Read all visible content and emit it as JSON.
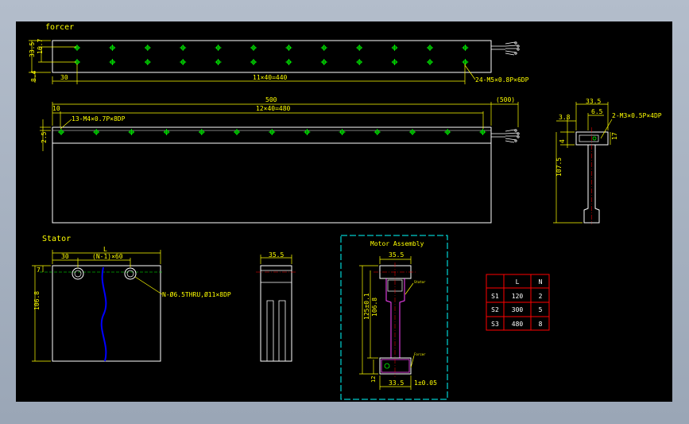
{
  "forcer": {
    "title": "forcer",
    "dim_height": "33.5",
    "dim_pitch_v": "16.7",
    "dim_offset": "8.4",
    "dim_left": "30",
    "dim_holes": "11×40=440",
    "callout": "24-M5×0.8P×6DP"
  },
  "side": {
    "dim_total": "500",
    "dim_total_ref": "(500)",
    "dim_left": "10",
    "dim_holes": "12×40=480",
    "callout": "13-M4×0.7P×8DP",
    "dim_lip": "2.5"
  },
  "end_view": {
    "dim_width": "33.5",
    "dim_inner": "6.5",
    "dim_left": "3.8",
    "dim_small": "4",
    "dim_right": "17",
    "dim_height": "107.5",
    "callout": "2-M3×0.5P×4DP"
  },
  "stator": {
    "title": "Stator",
    "dim_L": "L",
    "dim_left": "30",
    "dim_pitch": "(N-1)×60",
    "dim_height": "106.8",
    "dim_top": "7",
    "callout": "N-Ø6.5THRU,Ø11×8DP"
  },
  "stator_side": {
    "dim_width": "35.5"
  },
  "assembly": {
    "title": "Motor Assembly",
    "dim_width": "35.5",
    "dim_total": "125±0.1",
    "dim_h": "106.8",
    "dim_bottom": "12",
    "dim_base": "33.5",
    "dim_gap": "1±0.05",
    "label_stator": "Stator",
    "label_forcer": "Forcer"
  },
  "table": {
    "headers": [
      "",
      "L",
      "N"
    ],
    "rows": [
      [
        "S1",
        "120",
        "2"
      ],
      [
        "S2",
        "300",
        "5"
      ],
      [
        "S3",
        "480",
        "8"
      ]
    ]
  },
  "colors": {
    "background": "#000000",
    "outline": "#ffffff",
    "dimension": "#ffff00",
    "holes": "#00ff00",
    "frame": "#00ffff",
    "table": "#ff0000",
    "center_line": "#ff0000",
    "stator_curve": "#0000ff"
  }
}
